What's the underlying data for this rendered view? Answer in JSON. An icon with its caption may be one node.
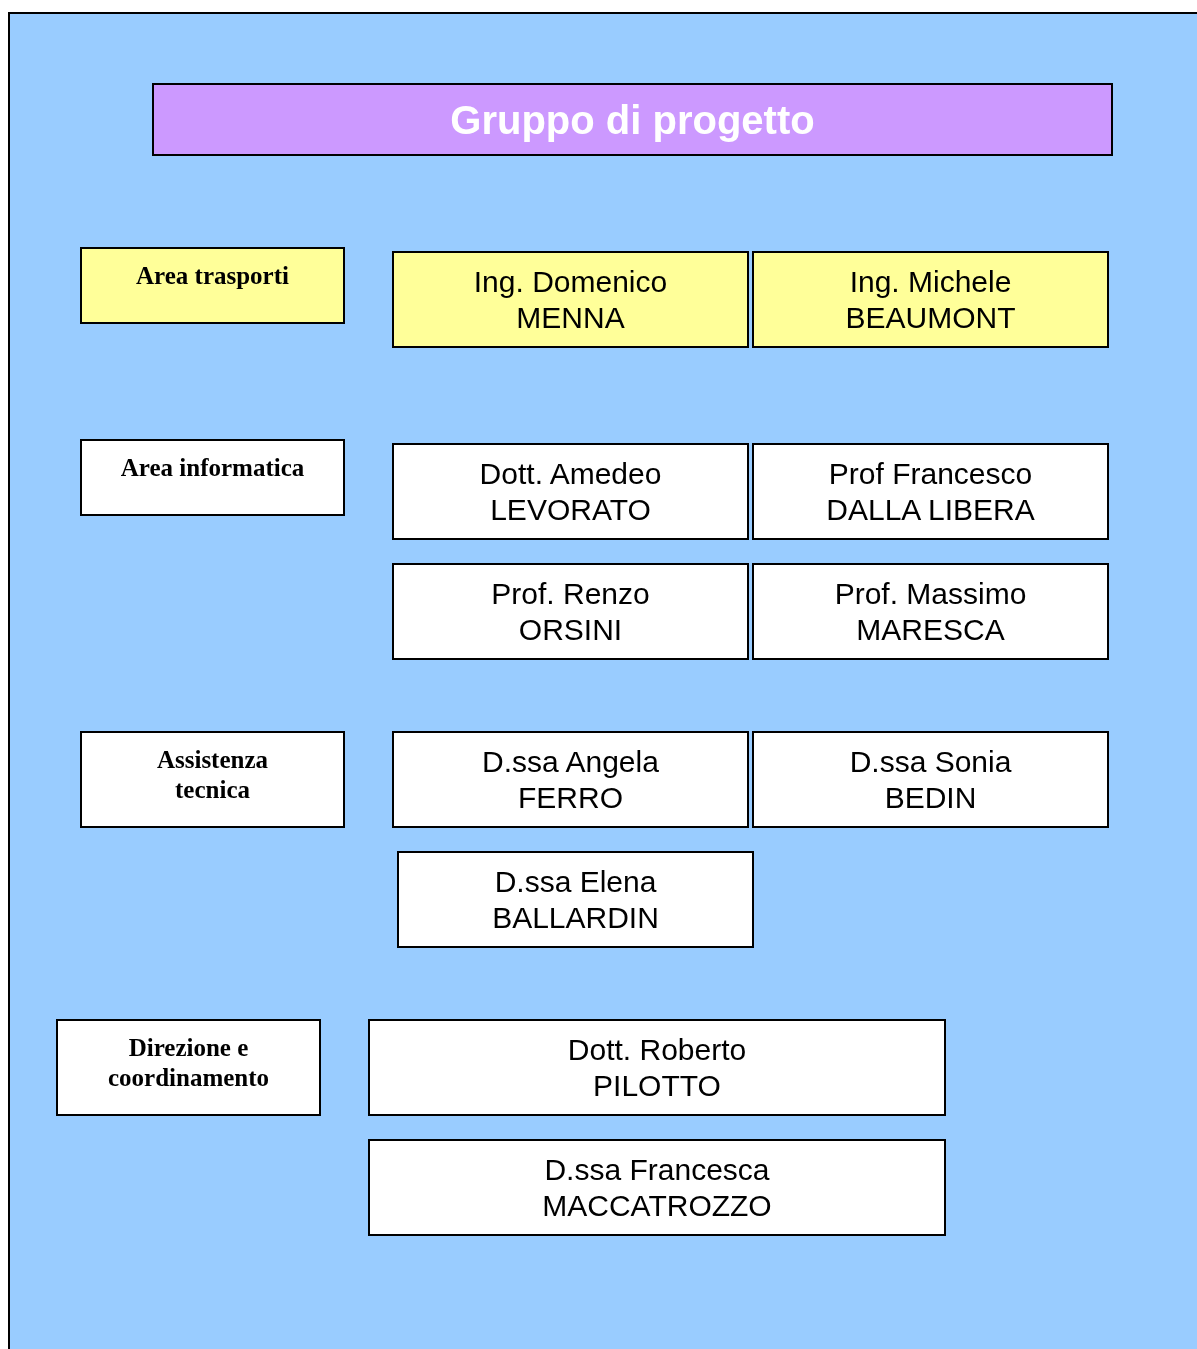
{
  "diagram": {
    "nodes": [
      {
        "text": [
          "Gruppo di progetto"
        ]
      },
      {
        "text": [
          "Area trasporti"
        ]
      },
      {
        "text": [
          "Ing. Domenico MENNA"
        ]
      },
      {
        "text": [
          "Ing. Michele BEAUMONT"
        ]
      },
      {
        "text": [
          "Area informatica"
        ]
      },
      {
        "text": [
          "Dott. Amedeo LEVORATO"
        ]
      },
      {
        "text": [
          "Prof Francesco DALLA LIBERA"
        ]
      },
      {
        "text": [
          "Prof. Renzo ORSINI"
        ]
      },
      {
        "text": [
          "Prof. Massimo MARESCA"
        ]
      },
      {
        "text": [
          "Assistenza tecnica"
        ]
      },
      {
        "text": [
          "D.ssa Angela FERRO"
        ]
      },
      {
        "text": [
          "D.ssa Sonia BEDIN"
        ]
      },
      {
        "text": [
          "D.ssa Elena BALLARDIN"
        ]
      },
      {
        "text": [
          "Direzione e coordinamento"
        ]
      },
      {
        "text": [
          "Dott. Roberto PILOTTO"
        ]
      },
      {
        "text": [
          "D.ssa Francesca MACCATROZZO"
        ]
      }
    ]
  }
}
